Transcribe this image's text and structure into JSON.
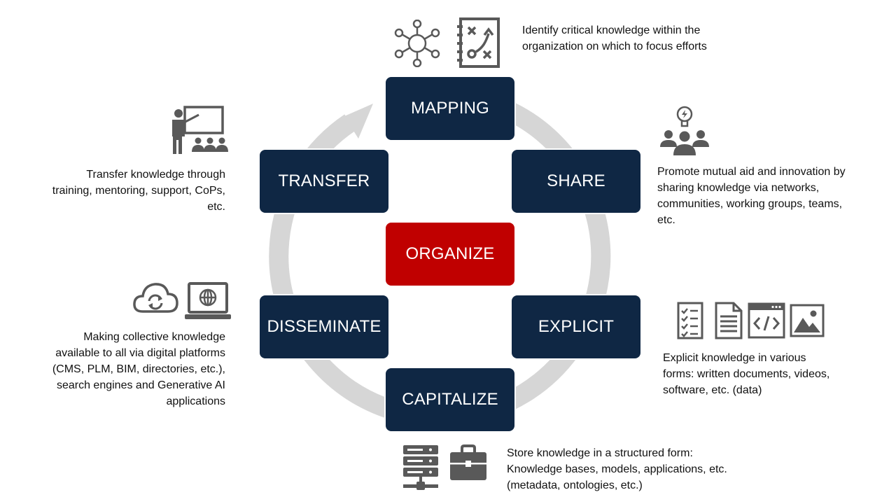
{
  "colors": {
    "box": "#0f2744",
    "center": "#c00000",
    "ring": "#d6d6d6",
    "icon": "#595959"
  },
  "stages": {
    "mapping": "MAPPING",
    "share": "SHARE",
    "explicit": "EXPLICIT",
    "capitalize": "CAPITALIZE",
    "disseminate": "DISSEMINATE",
    "transfer": "TRANSFER",
    "organize": "ORGANIZE"
  },
  "descriptions": {
    "mapping": [
      "Identify critical knowledge within the",
      "organization on which to focus efforts"
    ],
    "share": [
      "Promote mutual aid and innovation by",
      "sharing knowledge via networks,",
      "communities, working groups, teams,",
      "etc."
    ],
    "explicit": [
      "Explicit knowledge in various",
      "forms: written documents, videos,",
      "software, etc. (data)"
    ],
    "capitalize": [
      "Store knowledge in a structured form:",
      "Knowledge bases, models, applications, etc.",
      "(metadata, ontologies, etc.)"
    ],
    "disseminate": [
      "Making collective knowledge",
      "available to all via digital platforms",
      "(CMS, PLM, BIM, directories, etc.),",
      "search engines and Generative AI",
      "applications"
    ],
    "transfer": [
      "Transfer knowledge through",
      "training, mentoring, support, CoPs,",
      "etc."
    ]
  },
  "icons": {
    "mapping": [
      "network-hub-icon",
      "strategy-board-icon"
    ],
    "share": [
      "lightbulb-team-icon"
    ],
    "explicit": [
      "checklist-icon",
      "document-icon",
      "code-window-icon",
      "image-icon"
    ],
    "capitalize": [
      "server-icon",
      "briefcase-icon"
    ],
    "disseminate": [
      "cloud-sync-icon",
      "laptop-globe-icon"
    ],
    "transfer": [
      "presentation-icon"
    ]
  }
}
